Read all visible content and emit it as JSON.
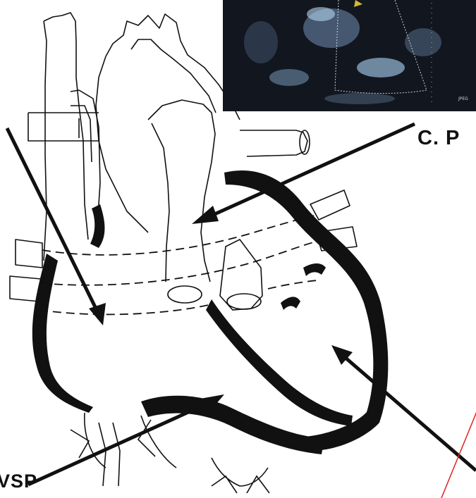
{
  "labels": {
    "top_right": "C. P",
    "bottom_left": "VSP"
  },
  "echo_inset": {
    "watermark": "JPEG"
  },
  "colors": {
    "ink": "#111111",
    "echo_background": "#12161f",
    "echo_speckle": "#9fc6e6",
    "red_line": "#e02020"
  }
}
